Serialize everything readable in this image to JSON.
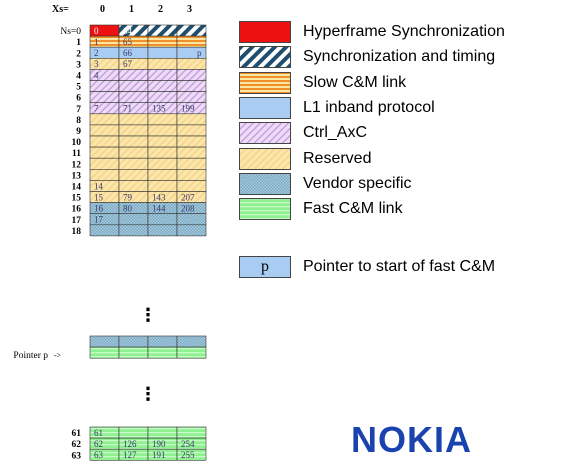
{
  "colors": {
    "hyperframe_sync": "#ee1111",
    "sync_timing_bg": "#ffffff",
    "sync_timing_stripe": "#1f4e6e",
    "slow_cm_bg": "#fbe5a3",
    "slow_cm_stripe": "#f0902a",
    "l1_inband": "#a9cdf2",
    "ctrl_axc_bg": "#eedcf6",
    "ctrl_axc_stripe": "#c49ee0",
    "reserved_bg": "#fbe6ad",
    "reserved_stripe": "#f7d487",
    "vendor_bg": "#a7cde0",
    "vendor_dot": "#7ba8c0",
    "fast_cm_bg": "#8ef08e",
    "fast_cm_line": "#c9fac9",
    "pointer_box": "#a9cdf2",
    "nokia_blue": "#1a43b0"
  },
  "diagram": {
    "xs_label": "Xs=",
    "column_labels": [
      "0",
      "1",
      "2",
      "3"
    ],
    "ns_label": "Ns=",
    "row_labels_top": [
      "0",
      "1",
      "2",
      "3",
      "4",
      "5",
      "6",
      "7",
      "8",
      "9",
      "10",
      "11",
      "12",
      "13",
      "14",
      "15",
      "16",
      "17",
      "18"
    ],
    "row_labels_bottom": [
      "61",
      "62",
      "63"
    ],
    "pointer_label": "Pointer p",
    "pointer_arrow": "->",
    "ellipsis": "⋮",
    "rows_top": [
      [
        "hyper",
        "sync",
        "sync",
        "sync"
      ],
      [
        "slow",
        "slow",
        "slow",
        "slow"
      ],
      [
        "l1",
        "l1",
        "l1",
        "l1"
      ],
      [
        "reserved",
        "reserved",
        "reserved",
        "reserved"
      ],
      [
        "ctrl",
        "ctrl",
        "ctrl",
        "ctrl"
      ],
      [
        "ctrl",
        "ctrl",
        "ctrl",
        "ctrl"
      ],
      [
        "ctrl",
        "ctrl",
        "ctrl",
        "ctrl"
      ],
      [
        "ctrl",
        "ctrl",
        "ctrl",
        "ctrl"
      ],
      [
        "reserved",
        "reserved",
        "reserved",
        "reserved"
      ],
      [
        "reserved",
        "reserved",
        "reserved",
        "reserved"
      ],
      [
        "reserved",
        "reserved",
        "reserved",
        "reserved"
      ],
      [
        "reserved",
        "reserved",
        "reserved",
        "reserved"
      ],
      [
        "reserved",
        "reserved",
        "reserved",
        "reserved"
      ],
      [
        "reserved",
        "reserved",
        "reserved",
        "reserved"
      ],
      [
        "reserved",
        "reserved",
        "reserved",
        "reserved"
      ],
      [
        "reserved",
        "reserved",
        "reserved",
        "reserved"
      ],
      [
        "vendor",
        "vendor",
        "vendor",
        "vendor"
      ],
      [
        "vendor",
        "vendor",
        "vendor",
        "vendor"
      ],
      [
        "vendor",
        "vendor",
        "vendor",
        "vendor"
      ]
    ],
    "cell_numbers_top": [
      [
        "0",
        "64",
        "",
        ""
      ],
      [
        "1",
        "65",
        "",
        ""
      ],
      [
        "2",
        "66",
        "",
        "p"
      ],
      [
        "3",
        "67",
        "",
        ""
      ],
      [
        "4",
        "",
        "",
        ""
      ],
      [
        "",
        "",
        "",
        ""
      ],
      [
        "",
        "",
        "",
        ""
      ],
      [
        "7",
        "71",
        "135",
        "199"
      ],
      [
        "",
        "",
        "",
        ""
      ],
      [
        "",
        "",
        "",
        ""
      ],
      [
        "",
        "",
        "",
        ""
      ],
      [
        "",
        "",
        "",
        ""
      ],
      [
        "",
        "",
        "",
        ""
      ],
      [
        "",
        "",
        "",
        ""
      ],
      [
        "14",
        "",
        "",
        ""
      ],
      [
        "15",
        "79",
        "143",
        "207"
      ],
      [
        "16",
        "80",
        "144",
        "208"
      ],
      [
        "17",
        "",
        "",
        ""
      ],
      [
        "",
        "",
        "",
        ""
      ]
    ],
    "pointer_rows": [
      [
        "vendor",
        "vendor",
        "vendor",
        "vendor"
      ],
      [
        "fast",
        "fast",
        "fast",
        "fast"
      ]
    ],
    "rows_bottom": [
      [
        "fast",
        "fast",
        "fast",
        "fast"
      ],
      [
        "fast",
        "fast",
        "fast",
        "fast"
      ],
      [
        "fast",
        "fast",
        "fast",
        "fast"
      ]
    ],
    "cell_numbers_bottom": [
      [
        "61",
        "",
        "",
        ""
      ],
      [
        "62",
        "126",
        "190",
        "254"
      ],
      [
        "63",
        "127",
        "191",
        "255"
      ]
    ]
  },
  "legend": {
    "items": [
      {
        "type": "hyper",
        "label": "Hyperframe Synchronization"
      },
      {
        "type": "sync",
        "label": "Synchronization and timing"
      },
      {
        "type": "slow",
        "label": "Slow C&M link"
      },
      {
        "type": "l1",
        "label": "L1 inband protocol"
      },
      {
        "type": "ctrl",
        "label": "Ctrl_AxC"
      },
      {
        "type": "reserved",
        "label": "Reserved"
      },
      {
        "type": "vendor",
        "label": "Vendor specific"
      },
      {
        "type": "fast",
        "label": "Fast C&M link"
      }
    ],
    "pointer_symbol": "p",
    "pointer_label": "Pointer to start of fast C&M"
  },
  "brand": {
    "logo_text": "NOKIA"
  }
}
